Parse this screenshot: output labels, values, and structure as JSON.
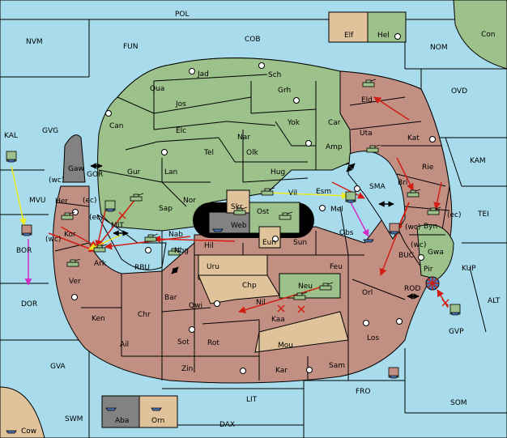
{
  "colors": {
    "sea": "#a8dced",
    "green_power": "#9dc18a",
    "red_power": "#c28f83",
    "neutral_land": "#e0c39b",
    "grey_land": "#828282",
    "order_move": "#d21e12",
    "order_support": "#ecec1e",
    "order_convoy": "#d22ec8"
  },
  "icons": {
    "supply_center": "supply-center-icon",
    "army": "tank-icon",
    "fleet": "ship-icon",
    "two_way": "double-arrow-icon",
    "dislodged": "starburst-icon"
  },
  "labels": {
    "POL": "POL",
    "FUN": "FUN",
    "COB": "COB",
    "NOM": "NOM",
    "NVM": "NVM",
    "Con": "Con",
    "Elf": "Elf",
    "Hel": "Hel",
    "OVD": "OVD",
    "KAL": "KAL",
    "GVG": "GVG",
    "KAM": "KAM",
    "GOR": "GOR",
    "MVU": "MVU",
    "SMA": "SMA",
    "TEI": "TEI",
    "BOR": "BOR",
    "DOR": "DOR",
    "MIT": "MIT",
    "RBU": "RBU",
    "BUC": "BUC",
    "KUP": "KUP",
    "ROD": "ROD",
    "ALT": "ALT",
    "GVP": "GVP",
    "GVA": "GVA",
    "FRO": "FRO",
    "SOM": "SOM",
    "LIT": "LIT",
    "SWM": "SWM",
    "DAX": "DAX",
    "Cow": "Cow",
    "Aba": "Aba",
    "Orn": "Orn",
    "Jad": "Jad",
    "Sch": "Sch",
    "Qua": "Qua",
    "Jos": "Jos",
    "Grh": "Grh",
    "Can": "Can",
    "Yok": "Yok",
    "Car": "Car",
    "Elc": "Elc",
    "Nar": "Nar",
    "Amp": "Amp",
    "Tel": "Tel",
    "Olk": "Olk",
    "Gur": "Gur",
    "Lan": "Lan",
    "Hug": "Hug",
    "Nor": "Nor",
    "Sap": "Sap",
    "Vil": "Vil",
    "Esm": "Esm",
    "Skr": "Skr",
    "Ost": "Ost",
    "Web": "Web",
    "Eun": "Eun",
    "Eld": "Eld",
    "Kat": "Kat",
    "Uta": "Uta",
    "Rie": "Rie",
    "Bri": "Bri",
    "Byn": "Byn",
    "Gwa": "Gwa",
    "Pir": "Pir",
    "Gaw": "Gaw",
    "Her": "Her",
    "Kor": "Kor",
    "Ark": "Ark",
    "Ver": "Ver",
    "Nab": "Nab",
    "Nog": "Nog",
    "Hil": "Hil",
    "Mel": "Mel",
    "Obs": "Obs",
    "Sun": "Sun",
    "Uru": "Uru",
    "Feu": "Feu",
    "Chp": "Chp",
    "Neu": "Neu",
    "Bar": "Bar",
    "Qwi": "Qwi",
    "Nil": "Nil",
    "Orl": "Orl",
    "Ken": "Ken",
    "Chr": "Chr",
    "Kaa": "Kaa",
    "Ail": "Ail",
    "Sot": "Sot",
    "Rot": "Rot",
    "Mou": "Mou",
    "Los": "Los",
    "Zin": "Zin",
    "Kar": "Kar",
    "Sam": "Sam",
    "wc": "(wc)",
    "ec": "(ec)"
  }
}
